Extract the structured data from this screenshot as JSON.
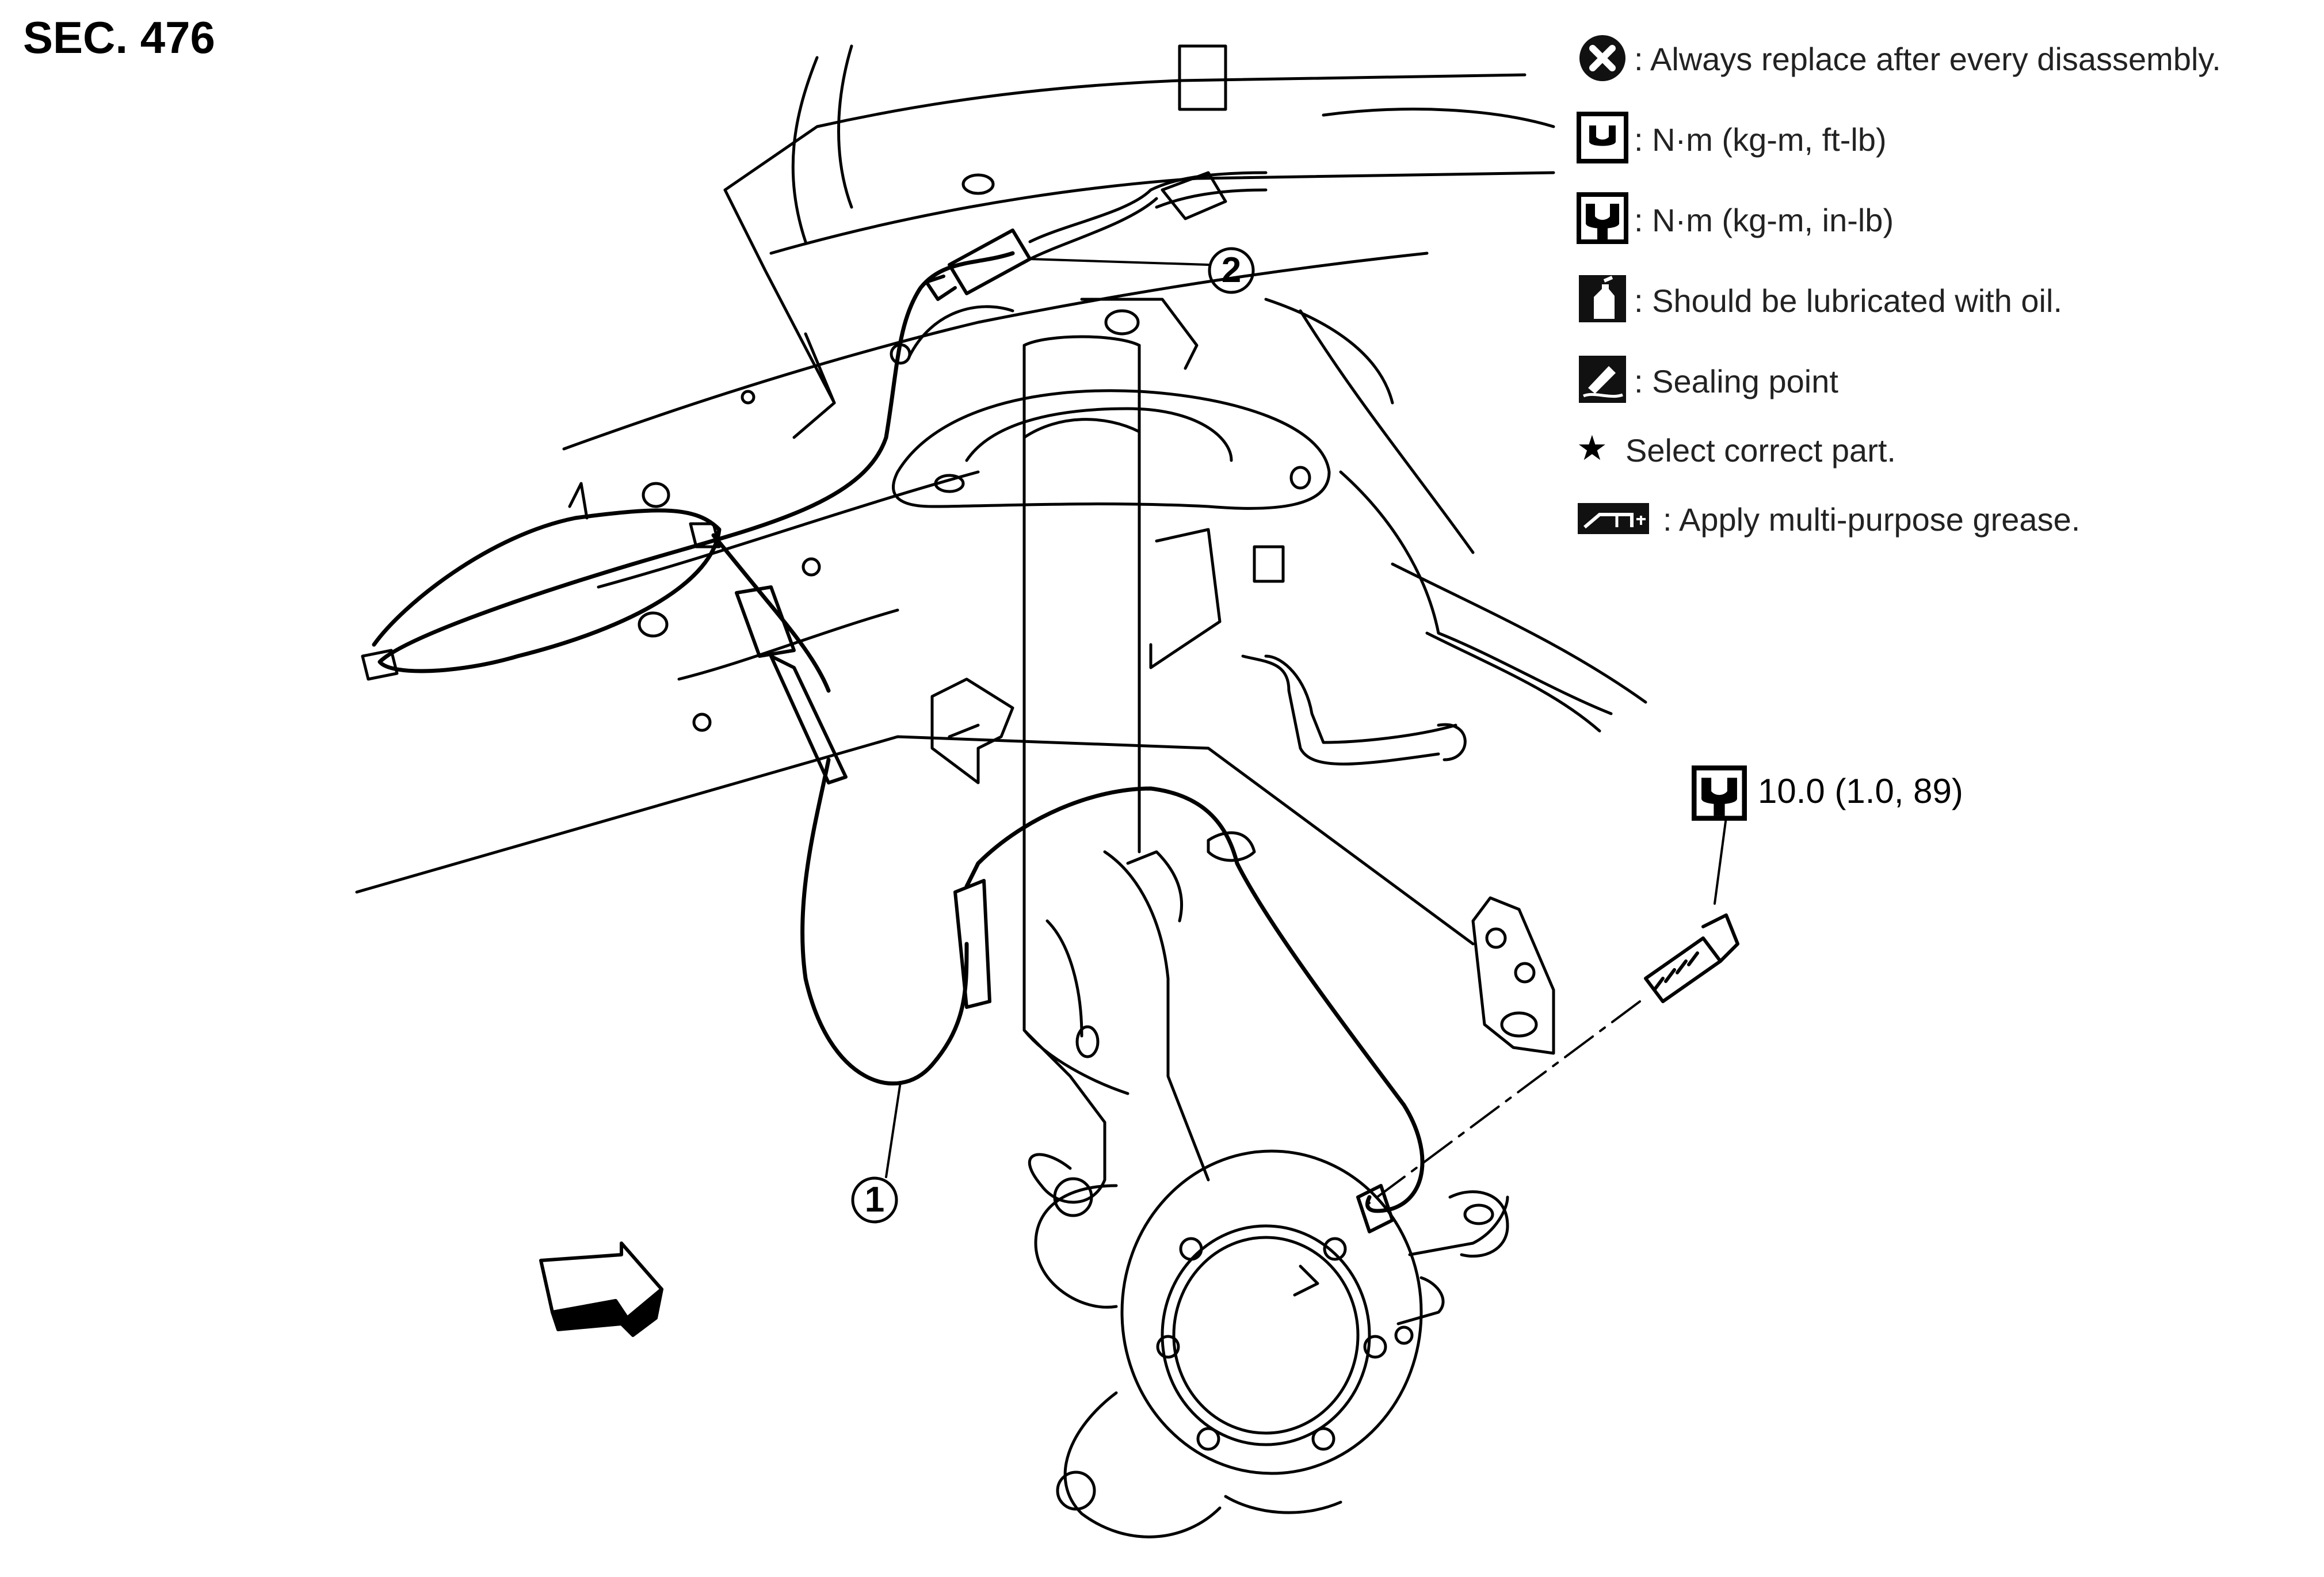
{
  "section": "SEC. 476",
  "legend": [
    {
      "icon": "always-replace-icon",
      "text": ": Always replace after every disassembly."
    },
    {
      "icon": "torque-wrench-icon",
      "text": ": N·m (kg-m, ft-lb)"
    },
    {
      "icon": "torque-wrench-filled-icon",
      "text": ": N·m (kg-m, in-lb)"
    },
    {
      "icon": "oil-can-icon",
      "text": ": Should be lubricated with oil."
    },
    {
      "icon": "sealing-point-icon",
      "text": ": Sealing point"
    },
    {
      "icon": "star-icon",
      "text": "Select correct part."
    },
    {
      "icon": "grease-icon",
      "text": ": Apply multi-purpose grease."
    }
  ],
  "torque_spec": {
    "icon": "torque-wrench-filled-icon",
    "value": "10.0 (1.0, 89)"
  },
  "callouts": [
    "1",
    "2"
  ]
}
